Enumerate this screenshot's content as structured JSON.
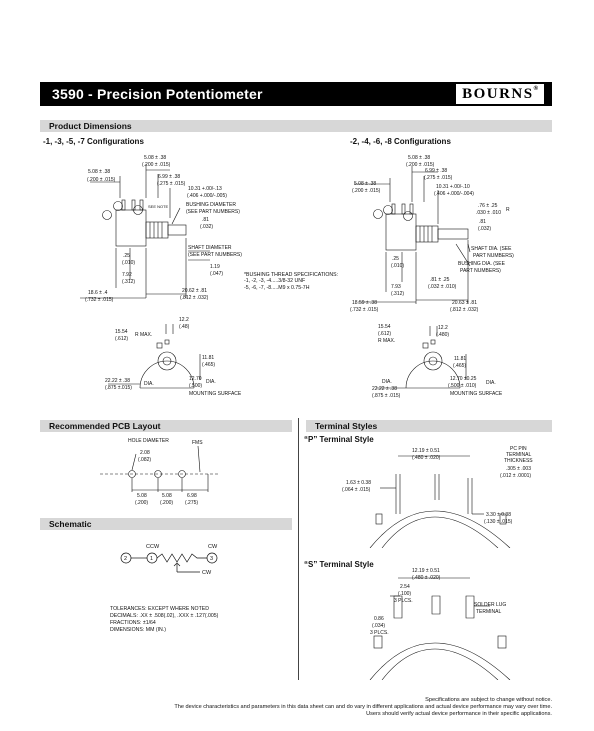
{
  "header": {
    "title": "3590 - Precision Potentiometer",
    "brand": "BOURNS",
    "reg": "®"
  },
  "sections": {
    "product_dimensions": "Product Dimensions",
    "pcb_layout": "Recommended PCB Layout",
    "schematic": "Schematic",
    "terminal_styles": "Terminal Styles"
  },
  "config_left": "-1, -3, -5, -7 Configurations",
  "config_right": "-2, -4, -6, -8 Configurations",
  "dims_left": {
    "d1": "5.08 ± .38",
    "d1b": "(.200 ± .015)",
    "d2": "5.08 ± .38",
    "d2b": "(.200 ± .015)",
    "d3": "6.99 ± .38",
    "d3b": "(.275 ± .015)",
    "d4": "10.31 +.00/-.13",
    "d4b": "(.406 +.000/-.005)",
    "see_note": "SEE NOTE",
    "bushing": "BUSHING DIAMETER",
    "bushing2": "(SEE PART NUMBERS)",
    "d5": ".81",
    "d5b": "(.032)",
    "shaft": "SHAFT DIAMETER",
    "shaft2": "(SEE PART NUMBERS)",
    "d6": ".25",
    "d6b": "(.010)",
    "d7": "1.19",
    "d7b": "(.047)",
    "d8": "7.92",
    "d8b": "(.312)",
    "d9": "18.6 ± .4",
    "d9b": "(.732 ± .015)",
    "d10": "20.62 ± .81",
    "d10b": "(.812 ± .032)",
    "d11": "12.2",
    "d11b": "(.48)",
    "d12": "15.54",
    "d12b": "(.612)",
    "rmax": "R MAX.",
    "d13": "11.81",
    "d13b": "(.465)",
    "d14": "22.22 ± .38",
    "d14b": "(.875 ±.015)",
    "dia": "DIA.",
    "d15": "12.70",
    "d15b": "(.500)",
    "dia2": "DIA.",
    "mount": "MOUNTING SURFACE"
  },
  "bushing_note": {
    "l1": "*BUSHING THREAD SPECIFICATIONS:",
    "l2": "-1, -2, -3, -4.....3/8-32 UNF",
    "l3": "-5, -6, -7, -8.....M9 x 0.75-7H"
  },
  "dims_right": {
    "d1": "5.08 ± .38",
    "d1b": "(.200 ± .015)",
    "d2": "5.08 ± .38",
    "d2b": "(.200 ± .015)",
    "d3": "6.99 ± .38",
    "d3b": "(.275 ± .015)",
    "d4": "10.31 +.00/-.10",
    "d4b": "(.406 +.000/-.004)",
    "d5": ".76 ± .25",
    "d5b": ".030 ± .010",
    "r": "R",
    "d6": ".81",
    "d6b": "(.032)",
    "shaft": "SHAFT DIA. (SEE",
    "shaft2": "PART NUMBERS)",
    "bush": "BUSHING DIA. (SEE",
    "bush2": "PART NUMBERS)",
    "d7": ".25",
    "d7b": "(.010)",
    "d8": ".81 ± .25",
    "d8b": "(.032 ± .010)",
    "d9": "7.93",
    "d9b": "(.312)",
    "d10": "18.59 ± .38",
    "d10b": "(.732 ± .015)",
    "d11": "20.63 ± .81",
    "d11b": "(.812 ± .032)",
    "d12": "15.54",
    "d12b": "(.612)",
    "rmax": "R MAX.",
    "d13": "12.2",
    "d13b": "(.480)",
    "d14": "11.81",
    "d14b": "(.465)",
    "dia": "DIA.",
    "d15": "22.22 ± .38",
    "d15b": "(.875 ± .015)",
    "d16": "12.70 ±0.25",
    "d16b": "(.500 ± .010)",
    "dia2": "DIA.",
    "mount": "MOUNTING SURFACE"
  },
  "pcb": {
    "hole": "HOLE DIAMETER",
    "fms": "FMS",
    "d1": "2.08",
    "d1b": "(.082)",
    "p1": "5.08",
    "p2": "5.08",
    "p3": "6.98",
    "q1": "(.200)",
    "q2": "(.200)",
    "q3": "(.275)"
  },
  "schematic": {
    "ccw": "CCW",
    "cw": "CW",
    "cw2": "CW",
    "n2": "2",
    "n1": "1",
    "n3": "3"
  },
  "tolerances": {
    "l1": "TOLERANCES: EXCEPT WHERE NOTED",
    "l2a": "DECIMALS: .XX ±",
    "l2b": ".508",
    "l2c": "(.02)",
    "l2d": ", .XXX ±",
    "l2e": ".127",
    "l2f": "(.005)",
    "l3": "FRACTIONS: ±1/64",
    "l4a": "DIMENSIONS:",
    "l4b": "MM",
    "l4c": "(IN.)"
  },
  "p_style": {
    "title": "“P” Terminal Style",
    "d1": "12.19 ± 0.51",
    "d1b": "(.480 ± .020)",
    "pc1": "PC PIN",
    "pc2": "TERMINAL",
    "pc3": "THICKNESS",
    "d2": ".305 ± .003",
    "d2b": "(.012 ± .0001)",
    "d3": "1.63 ± 0.38",
    "d3b": "(.064 ± .015)",
    "d4": "3.30 ± 0.38",
    "d4b": "(.130 ± .015)"
  },
  "s_style": {
    "title": "“S” Terminal Style",
    "d1": "12.19 ± 0.51",
    "d1b": "(.480 ± .020)",
    "d2": "2.54",
    "d2b": "(.100)",
    "d2c": "3 PLCS.",
    "lug1": "SOLDER LUG",
    "lug2": "TERMINAL",
    "d3": "0.86",
    "d3b": "(.034)",
    "d3c": "3 PLCS."
  },
  "footer": {
    "l1": "Specifications are subject to change without notice.",
    "l2": "The device characteristics and parameters in this data sheet can and do vary in different applications and actual device performance may vary over time.",
    "l3": "Users should verify actual device performance in their specific applications."
  }
}
